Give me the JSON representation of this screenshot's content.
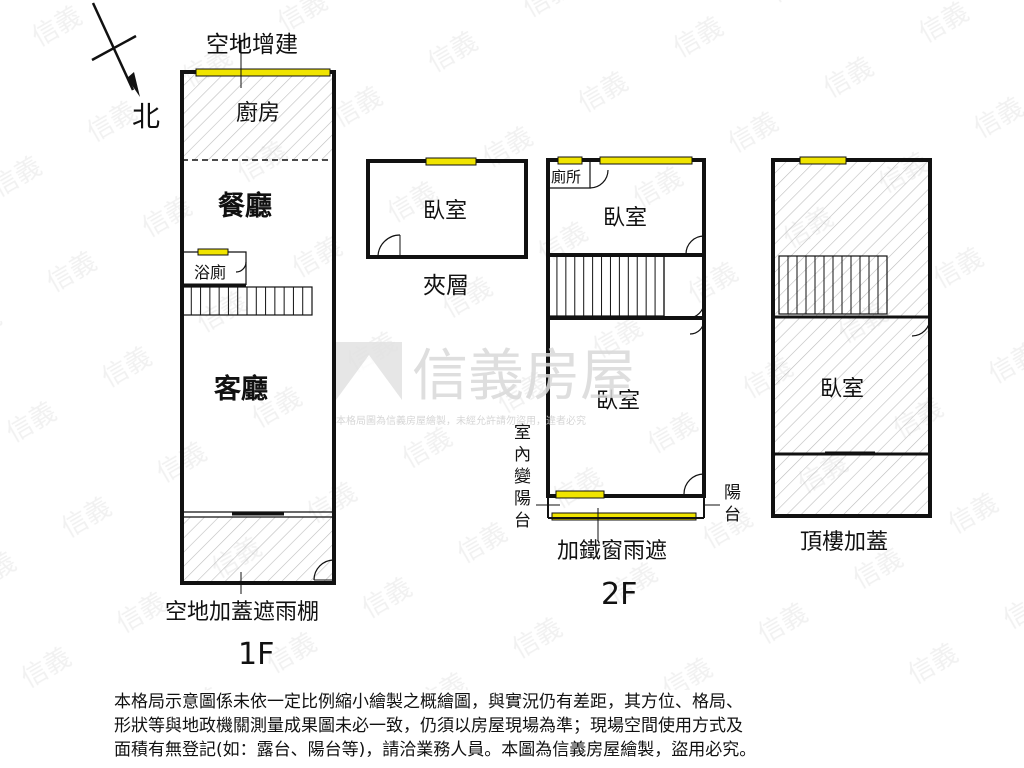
{
  "compass": {
    "north": "北"
  },
  "floors": {
    "f1": {
      "name": "1F",
      "top_label": "空地增建",
      "bottom_label": "空地加蓋遮雨棚",
      "rooms": [
        "廚房",
        "餐廳",
        "浴廁",
        "客廳"
      ]
    },
    "mezz": {
      "name": "夾層",
      "rooms": [
        "臥室"
      ]
    },
    "f2": {
      "name": "2F",
      "rooms": [
        "廁所",
        "臥室",
        "臥室"
      ],
      "left_note": "室內變陽台",
      "right_note": "陽台",
      "bottom_label": "加鐵窗雨遮"
    },
    "roof": {
      "name": "頂樓加蓋",
      "rooms": [
        "臥室"
      ]
    }
  },
  "watermark": {
    "brand": "信義房屋",
    "notice": "本格局圖為信義房屋繪製，未經允許請勿盜用，違者必究"
  },
  "disclaimer": [
    "本格局示意圖係未依一定比例縮小繪製之概繪圖，與實況仍有差距，其方位、格局、",
    "形狀等與地政機關測量成果圖未必一致，仍須以房屋現場為準；現場空間使用方式及",
    "面積有無登記(如：露台、陽台等)，請洽業務人員。本圖為信義房屋繪製，盜用必究。"
  ],
  "colors": {
    "wall": "#111111",
    "window": "#f0e400",
    "hatch": "#bdbdbd",
    "watermark": "#d9d9d9"
  }
}
